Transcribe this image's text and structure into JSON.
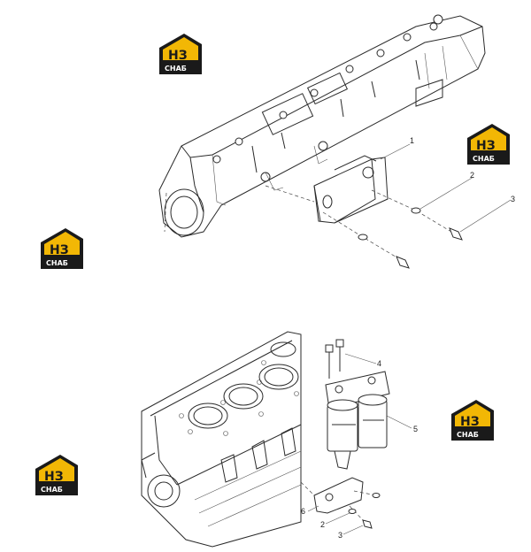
{
  "logos": [
    {
      "id": "logo-1",
      "big": "НЗ",
      "small": "СНАБ"
    },
    {
      "id": "logo-2",
      "big": "НЗ",
      "small": "СНАБ"
    },
    {
      "id": "logo-3",
      "big": "НЗ",
      "small": "СНАБ"
    },
    {
      "id": "logo-4",
      "big": "НЗ",
      "small": "СНАБ"
    },
    {
      "id": "logo-5",
      "big": "НЗ",
      "small": "СНАБ"
    }
  ],
  "colors": {
    "logo_yellow": "#f2b705",
    "logo_dark": "#1a1a1a",
    "line": "#2b2b2b"
  },
  "top_callouts": {
    "c1": "1",
    "c2": "2",
    "c3": "3"
  },
  "bottom_callouts": {
    "c4": "4",
    "c5": "5",
    "c6": "6",
    "c2": "2",
    "c3": "3"
  }
}
